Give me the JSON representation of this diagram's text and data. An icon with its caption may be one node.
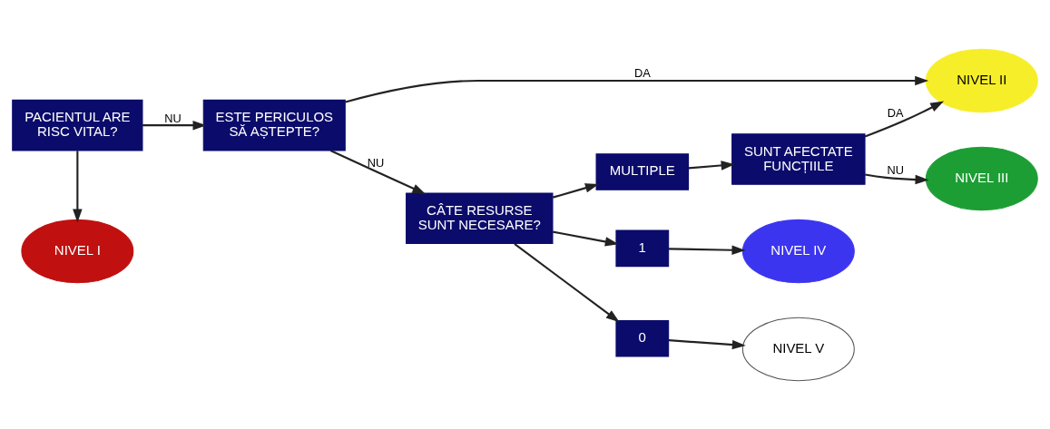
{
  "diagram": {
    "nodes": [
      {
        "text": [
          "NIVEL I"
        ]
      },
      {
        "text": [
          "NIVEL II"
        ]
      },
      {
        "text": [
          "PACIENTUL ARE RISC VITAL?"
        ]
      },
      {
        "text": [
          "ESTE PERICULOS SĂ AȘTEPTE?"
        ]
      },
      {
        "text": [
          "CÂTE RESURSE SUNT NECESARE?"
        ]
      },
      {
        "text": [
          "MULTIPLE"
        ]
      },
      {
        "text": [
          "SUNT AFECTATE FUNCȚIILE"
        ]
      },
      {
        "text": [
          "NIVEL III"
        ]
      },
      {
        "text": [
          "1"
        ]
      },
      {
        "text": [
          "NIVEL IV"
        ]
      },
      {
        "text": [
          "0"
        ]
      },
      {
        "text": [
          "NIVEL V"
        ]
      }
    ],
    "edges": [
      {
        "from": 2,
        "to": 0,
        "arrow": "to"
      },
      {
        "from": 2,
        "to": 3,
        "arrow": "to",
        "label": "NU"
      },
      {
        "from": 3,
        "to": 1,
        "arrow": "to",
        "label": "DA"
      },
      {
        "from": 3,
        "to": 4,
        "arrow": "to",
        "label": "NU"
      },
      {
        "from": 4,
        "to": 5,
        "arrow": "to"
      },
      {
        "from": 4,
        "to": 8,
        "arrow": "to"
      },
      {
        "from": 4,
        "to": 10,
        "arrow": "to"
      },
      {
        "from": 5,
        "to": 6,
        "arrow": "to"
      },
      {
        "from": 6,
        "to": 1,
        "arrow": "to",
        "label": "DA"
      },
      {
        "from": 6,
        "to": 7,
        "arrow": "to",
        "label": "NU"
      },
      {
        "from": 8,
        "to": 9,
        "arrow": "to"
      },
      {
        "from": 10,
        "to": 11,
        "arrow": "to"
      }
    ]
  }
}
